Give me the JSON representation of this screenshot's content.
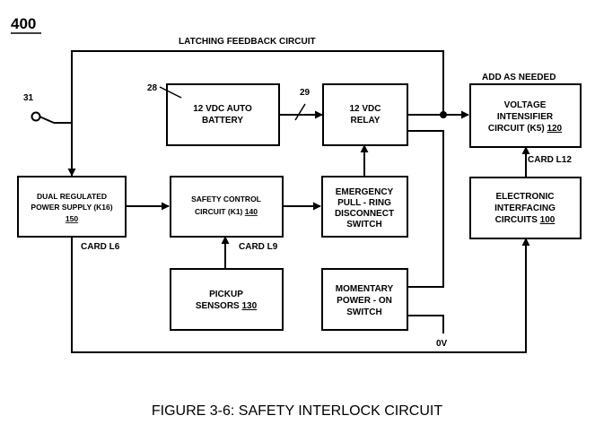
{
  "figure_number": "400",
  "caption": "FIGURE 3-6: SAFETY INTERLOCK CIRCUIT",
  "annotations": {
    "latching_feedback": "LATCHING FEEDBACK CIRCUIT",
    "add_as_needed": "ADD AS NEEDED",
    "ref_31": "31",
    "ref_28": "28",
    "ref_29": "29",
    "card_l6": "CARD L6",
    "card_l9": "CARD L9",
    "card_l12": "CARD L12",
    "ground": "0V"
  },
  "blocks": {
    "battery": {
      "line1": "12 VDC AUTO",
      "line2": "BATTERY"
    },
    "relay": {
      "line1": "12 VDC",
      "line2": "RELAY"
    },
    "voltage": {
      "line1": "VOLTAGE",
      "line2": "INTENSIFIER",
      "line3": "CIRCUIT (K5) ",
      "ref": "120"
    },
    "power_supply": {
      "line1": "DUAL REGULATED",
      "line2": "POWER SUPPLY (K16)",
      "ref": "150"
    },
    "safety": {
      "line1": "SAFETY CONTROL",
      "line2": "CIRCUIT (K1) ",
      "ref": "140"
    },
    "emergency": {
      "line1": "EMERGENCY",
      "line2": "PULL - RING",
      "line3": "DISCONNECT",
      "line4": "SWITCH"
    },
    "electronic": {
      "line1": "ELECTRONIC",
      "line2": "INTERFACING",
      "line3": "CIRCUITS ",
      "ref": "100"
    },
    "pickup": {
      "line1": "PICKUP",
      "line2": "SENSORS ",
      "ref": "130"
    },
    "momentary": {
      "line1": "MOMENTARY",
      "line2": "POWER - ON",
      "line3": "SWITCH"
    }
  }
}
